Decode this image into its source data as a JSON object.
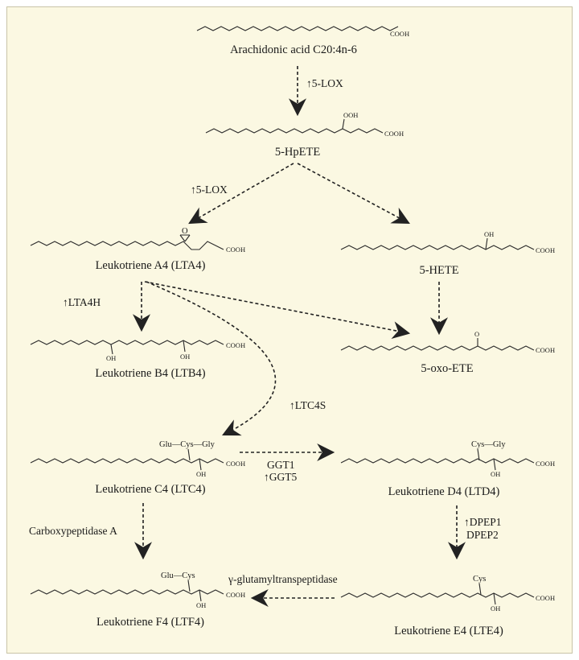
{
  "molecules": {
    "arachidonic_acid": "Arachidonic acid C20:4n-6",
    "hpete": "5-HpETE",
    "lta4": "Leukotriene A4 (LTA4)",
    "hete": "5-HETE",
    "ltb4": "Leukotriene B4 (LTB4)",
    "oxo_ete": "5-oxo-ETE",
    "ltc4": "Leukotriene C4 (LTC4)",
    "ltd4": "Leukotriene D4 (LTD4)",
    "ltf4": "Leukotriene F4 (LTF4)",
    "lte4": "Leukotriene E4 (LTE4)"
  },
  "enzymes": {
    "lox_1": "↑5-LOX",
    "lox_2": "↑5-LOX",
    "lta4h": "↑LTA4H",
    "ltc4s": "↑LTC4S",
    "ggt1": "GGT1",
    "ggt5": "↑GGT5",
    "carboxypeptidase": "Carboxypeptidase A",
    "dpep1": "↑DPEP1",
    "dpep2": "DPEP2",
    "glutamyltranspeptidase": "γ-glutamyltranspeptidase"
  },
  "groups": {
    "cooh": "COOH",
    "ooh": "OOH",
    "oh": "OH",
    "o": "O",
    "glu_cys_gly": "Glu—Cys—Gly",
    "cys_gly": "Cys—Gly",
    "glu_cys": "Glu—Cys",
    "cys": "Cys"
  }
}
